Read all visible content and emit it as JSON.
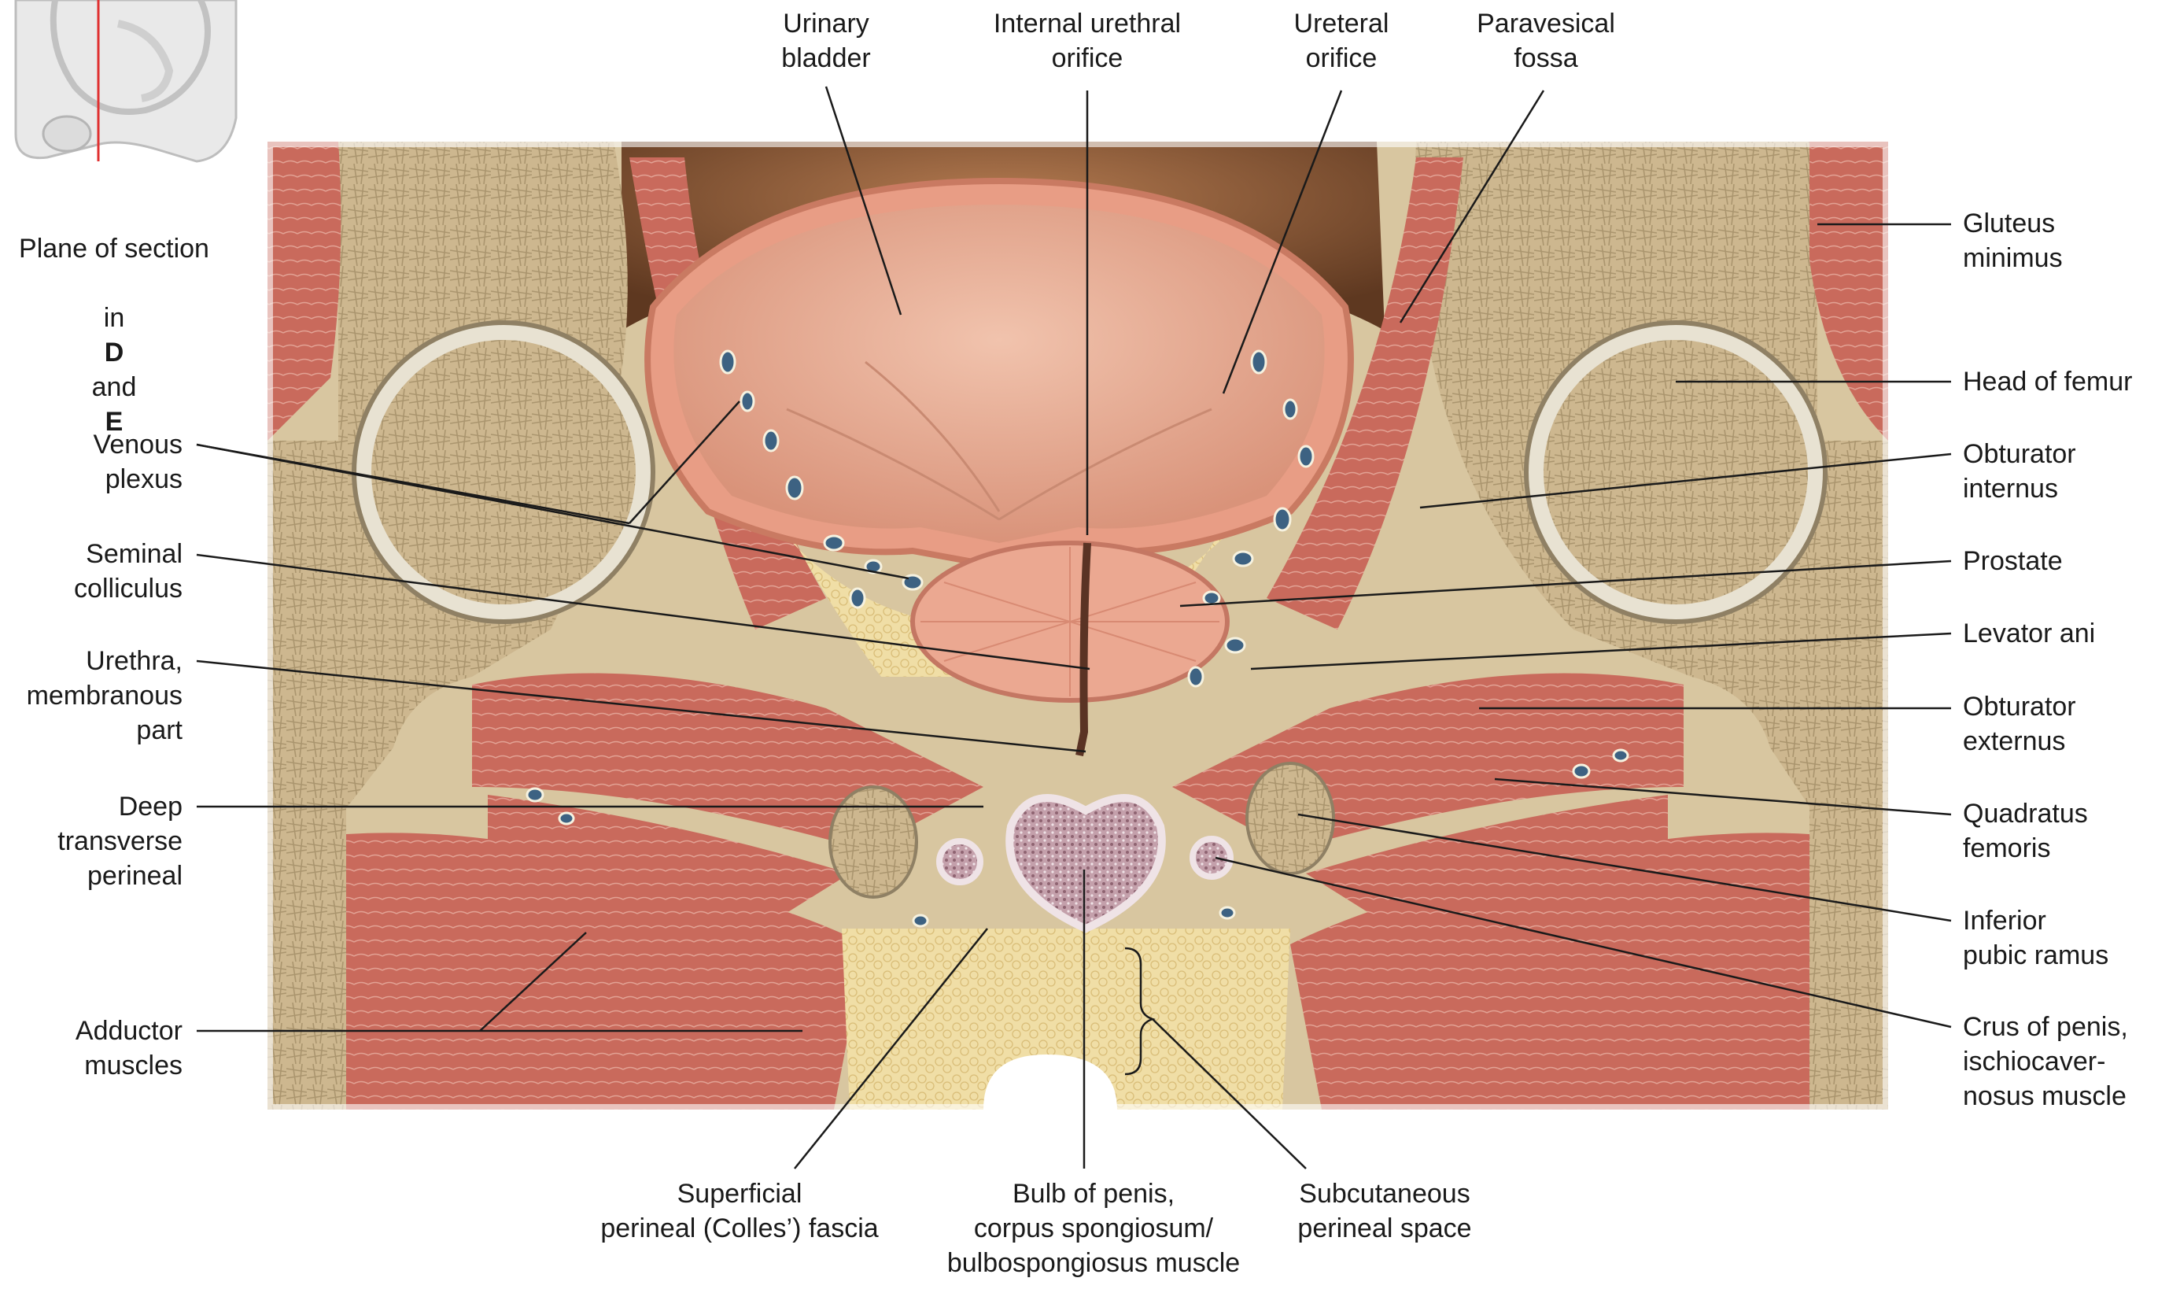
{
  "inset": {
    "caption_line1": "Plane of section",
    "caption_in": "in",
    "caption_d": "D",
    "caption_and": "and",
    "caption_e": "E"
  },
  "labels": {
    "urinary_bladder": "Urinary\nbladder",
    "internal_urethral_orifice": "Internal urethral\norifice",
    "ureteral_orifice": "Ureteral\norifice",
    "paravesical_fossa": "Paravesical\nfossa",
    "gluteus_minimus": "Gluteus\nminimus",
    "head_of_femur": "Head of femur",
    "obturator_internus": "Obturator\ninternus",
    "prostate": "Prostate",
    "levator_ani": "Levator ani",
    "obturator_externus": "Obturator\nexternus",
    "quadratus_femoris": "Quadratus\nfemoris",
    "inferior_pubic_ramus": "Inferior\npubic ramus",
    "crus_of_penis": "Crus of penis,\nischiocaver-\nnosus muscle",
    "venous_plexus": "Venous\nplexus",
    "seminal_colliculus": "Seminal\ncolliculus",
    "urethra_membranous": "Urethra,\nmembranous\npart",
    "deep_transverse_perineal": "Deep\ntransverse\nperineal",
    "adductor_muscles": "Adductor\nmuscles",
    "superficial_perineal_fascia": "Superficial\nperineal (Colles’) fascia",
    "bulb_of_penis": "Bulb of penis,\ncorpus spongiosum/\nbulbospongiosus muscle",
    "subcutaneous_perineal_space": "Subcutaneous\nperineal space"
  },
  "colors": {
    "muscle": "#c9675a",
    "muscle_dark": "#a8473f",
    "bone": "#c9b38a",
    "cartilage": "#e8e2d2",
    "fat": "#eedb9c",
    "bladder": "#e4a68c",
    "cavity": "#7a4a2c",
    "vein": "#3b5f7d",
    "spongy": "#b68c9a",
    "leader": "#1a1a1a"
  }
}
